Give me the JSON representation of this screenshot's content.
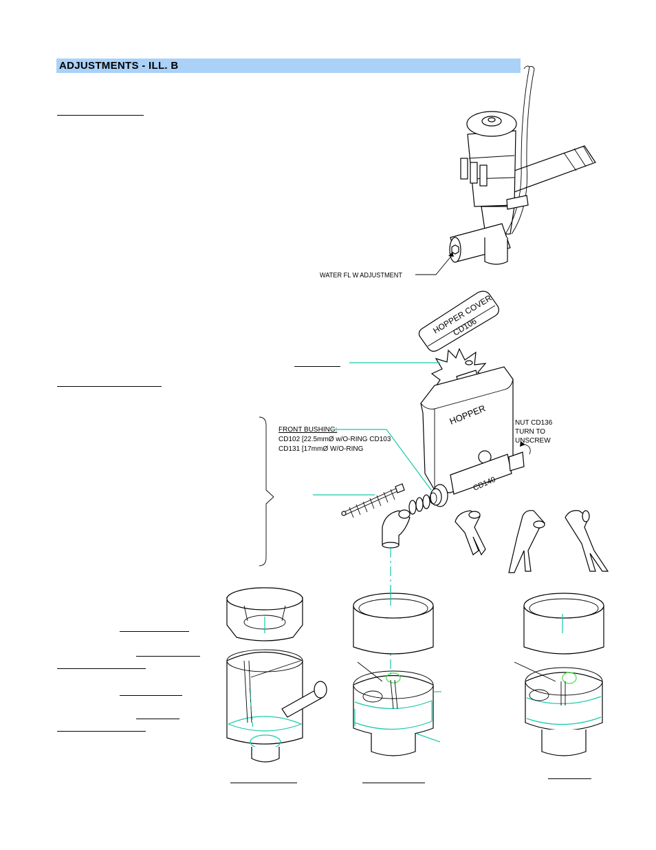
{
  "header": {
    "title": "ADJUSTMENTS - ILL. B",
    "bar_color": "#aad1f8"
  },
  "labels": {
    "water_flow": "WATER FL W ADJUSTMENT",
    "hopper_cover_line1": "HOPPER COVER",
    "hopper_cover_line2": "CD106",
    "hopper": "HOPPER",
    "nut_line1": "NUT CD136",
    "nut_line2": "TURN TO",
    "nut_line3": "UNSCREW",
    "front_bushing_title": "FRONT BUSHING:",
    "front_bushing_line1": "CD102 [22.5mmØ w/O-RING CD103",
    "front_bushing_line2": "CD131 [17mmØ W/O-RING",
    "plate": "CD140"
  },
  "colors": {
    "accent_teal": "#14c8a8",
    "accent_green": "#3ee03e"
  }
}
